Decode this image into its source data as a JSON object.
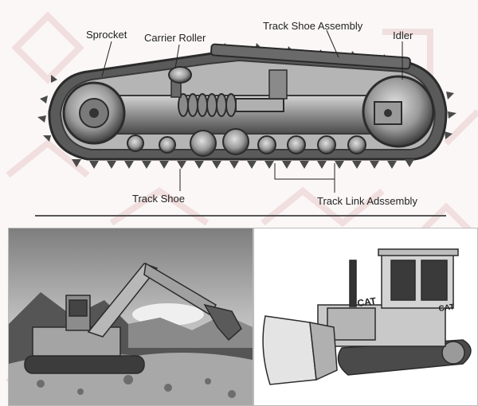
{
  "diagram": {
    "labels": {
      "sprocket": "Sprocket",
      "carrier_roller": "Carrier Roller",
      "track_shoe_assembly": "Track Shoe Assembly",
      "idler": "Idler",
      "track_shoe": "Track Shoe",
      "track_link_assembly": "Track Link Adssembly"
    }
  },
  "photos": {
    "bulldozer_brand": "CAT"
  },
  "colors": {
    "background": "#fbf7f7",
    "pattern": "#f1dede",
    "metal_dark": "#3a3a3a",
    "metal_mid": "#8a8a8a",
    "metal_light": "#c8c8c8"
  }
}
